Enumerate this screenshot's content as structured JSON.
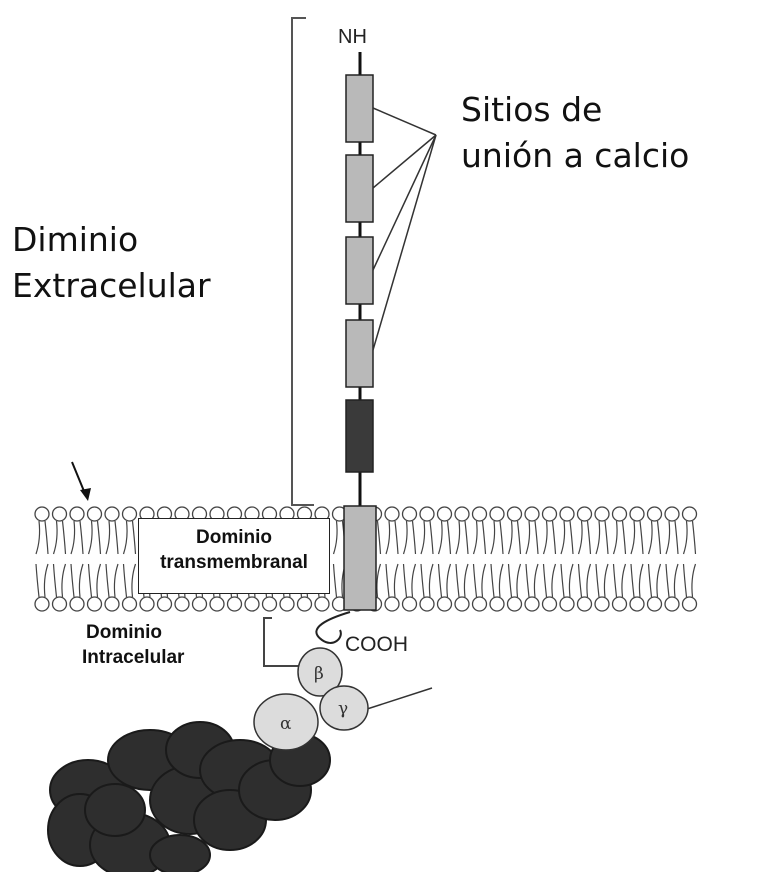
{
  "labels": {
    "nh": "NH",
    "calcium_sites_line1": "Sitios de",
    "calcium_sites_line2": "unión a calcio",
    "extracellular_line1": "Diminio",
    "extracellular_line2": "Extracelular",
    "transmembrane_line1": "Dominio",
    "transmembrane_line2": "transmembranal",
    "intracellular_line1": "Dominio",
    "intracellular_line2": "Intracelular",
    "cooh": "COOH"
  },
  "subunits": {
    "beta": "β",
    "gamma": "γ",
    "alpha": "α"
  },
  "colors": {
    "domain_fill": "#b9b9b9",
    "dark_domain_fill": "#3a3a3a",
    "membrane_head": "#ffffff",
    "subunit_fill": "#dcdcdc",
    "actin_fill": "#2e2e2e"
  }
}
